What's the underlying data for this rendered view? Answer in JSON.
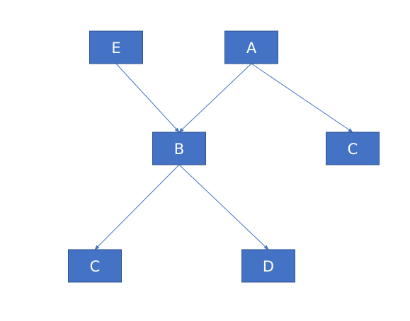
{
  "diagram": {
    "colors": {
      "node_fill": "#4472C4",
      "node_stroke": "#2F528F",
      "node_text": "#FFFFFF",
      "edge": "#4472C4",
      "background": "#FFFFFF"
    },
    "nodes": [
      {
        "id": "E",
        "label": "E"
      },
      {
        "id": "A",
        "label": "A"
      },
      {
        "id": "B",
        "label": "B"
      },
      {
        "id": "C1",
        "label": "C"
      },
      {
        "id": "C2",
        "label": "C"
      },
      {
        "id": "D",
        "label": "D"
      }
    ],
    "edges": [
      {
        "from": "E",
        "to": "B"
      },
      {
        "from": "A",
        "to": "B"
      },
      {
        "from": "A",
        "to": "C1"
      },
      {
        "from": "B",
        "to": "C2"
      },
      {
        "from": "B",
        "to": "D"
      }
    ]
  }
}
